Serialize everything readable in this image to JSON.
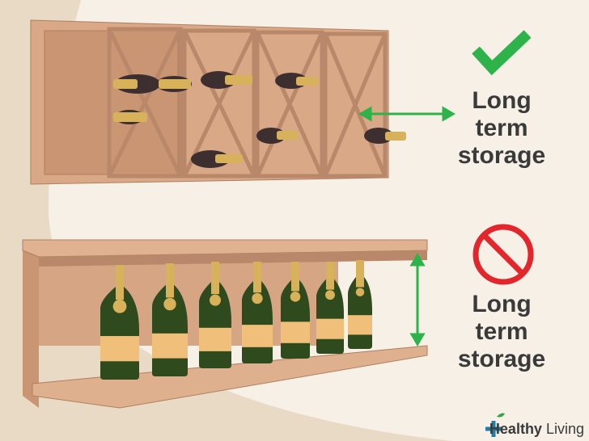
{
  "good": {
    "line1": "Long",
    "line2": "term",
    "line3": "storage",
    "icon": "check-icon",
    "color": "#2eb34a"
  },
  "bad": {
    "line1": "Long",
    "line2": "term",
    "line3": "storage",
    "icon": "prohibited-icon",
    "color": "#e2262b"
  },
  "logo": {
    "word1": "Healthy",
    "word2": "Living"
  }
}
